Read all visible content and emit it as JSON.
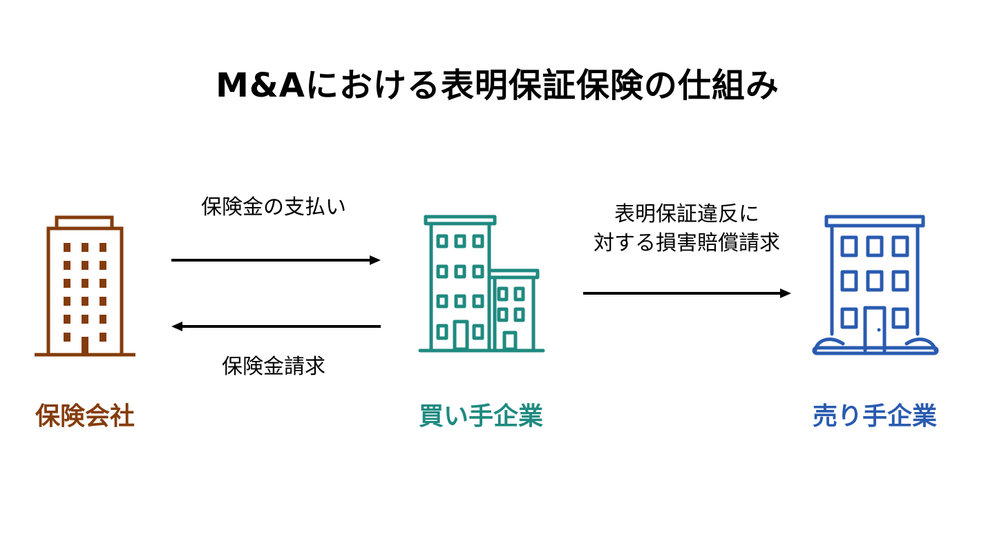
{
  "title": "M&Aにおける表明保証保険の仕組み",
  "nodes": {
    "insurer": {
      "label": "保険会社",
      "color": "#843C0C",
      "icon": "office-building-icon"
    },
    "buyer": {
      "label": "買い手企業",
      "color": "#1F8A80",
      "icon": "company-buildings-icon"
    },
    "seller": {
      "label": "売り手企業",
      "color": "#2A5BB0",
      "icon": "building-with-door-icon"
    }
  },
  "edges": {
    "payout": {
      "label": "保険金の支払い"
    },
    "claim": {
      "label": "保険金請求"
    },
    "damages": {
      "line1": "表明保証違反に",
      "line2": "対する損害賠償請求"
    }
  },
  "arrow_color": "#000000"
}
